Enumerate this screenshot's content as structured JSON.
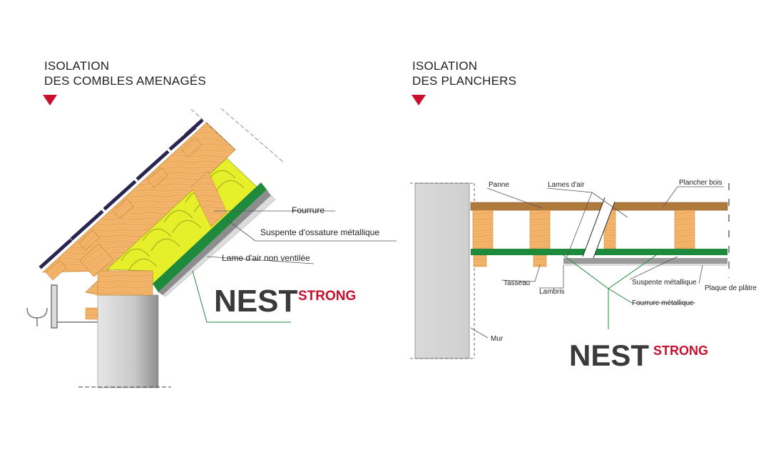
{
  "left_panel": {
    "title_line1": "ISOLATION",
    "title_line2": "DES COMBLES AMENAGÉS",
    "labels": {
      "fourrure": "Fourrure",
      "suspente": "Suspente d'ossature métallique",
      "lame_air": "Lame d'air non ventilée"
    },
    "brand": {
      "name": "NEST",
      "variant": "STRONG"
    }
  },
  "right_panel": {
    "title_line1": "ISOLATION",
    "title_line2": "DES PLANCHERS",
    "labels": {
      "panne": "Panne",
      "lames_air": "Lames d'air",
      "plancher_bois": "Plancher bois",
      "tasseau": "Tasseau",
      "lambris": "Lambris",
      "suspente_metallique": "Suspente métallique",
      "plaque_platre": "Plaque de plâtre",
      "fourrure_metallique": "Fourrure métallique",
      "mur": "Mur"
    },
    "brand": {
      "name": "NEST",
      "variant": "STRONG"
    }
  },
  "colors": {
    "accent_red": "#c8102e",
    "wood": "#f2b56b",
    "insulation": "#e6ef2a",
    "membrane_green": "#1e8a3c",
    "wall_grey": "#c9c9c9",
    "roof_tile": "#2a2550",
    "brand_dark": "#3a3a3a"
  },
  "icons": [
    "down-triangle-icon",
    "gutter-icon"
  ]
}
